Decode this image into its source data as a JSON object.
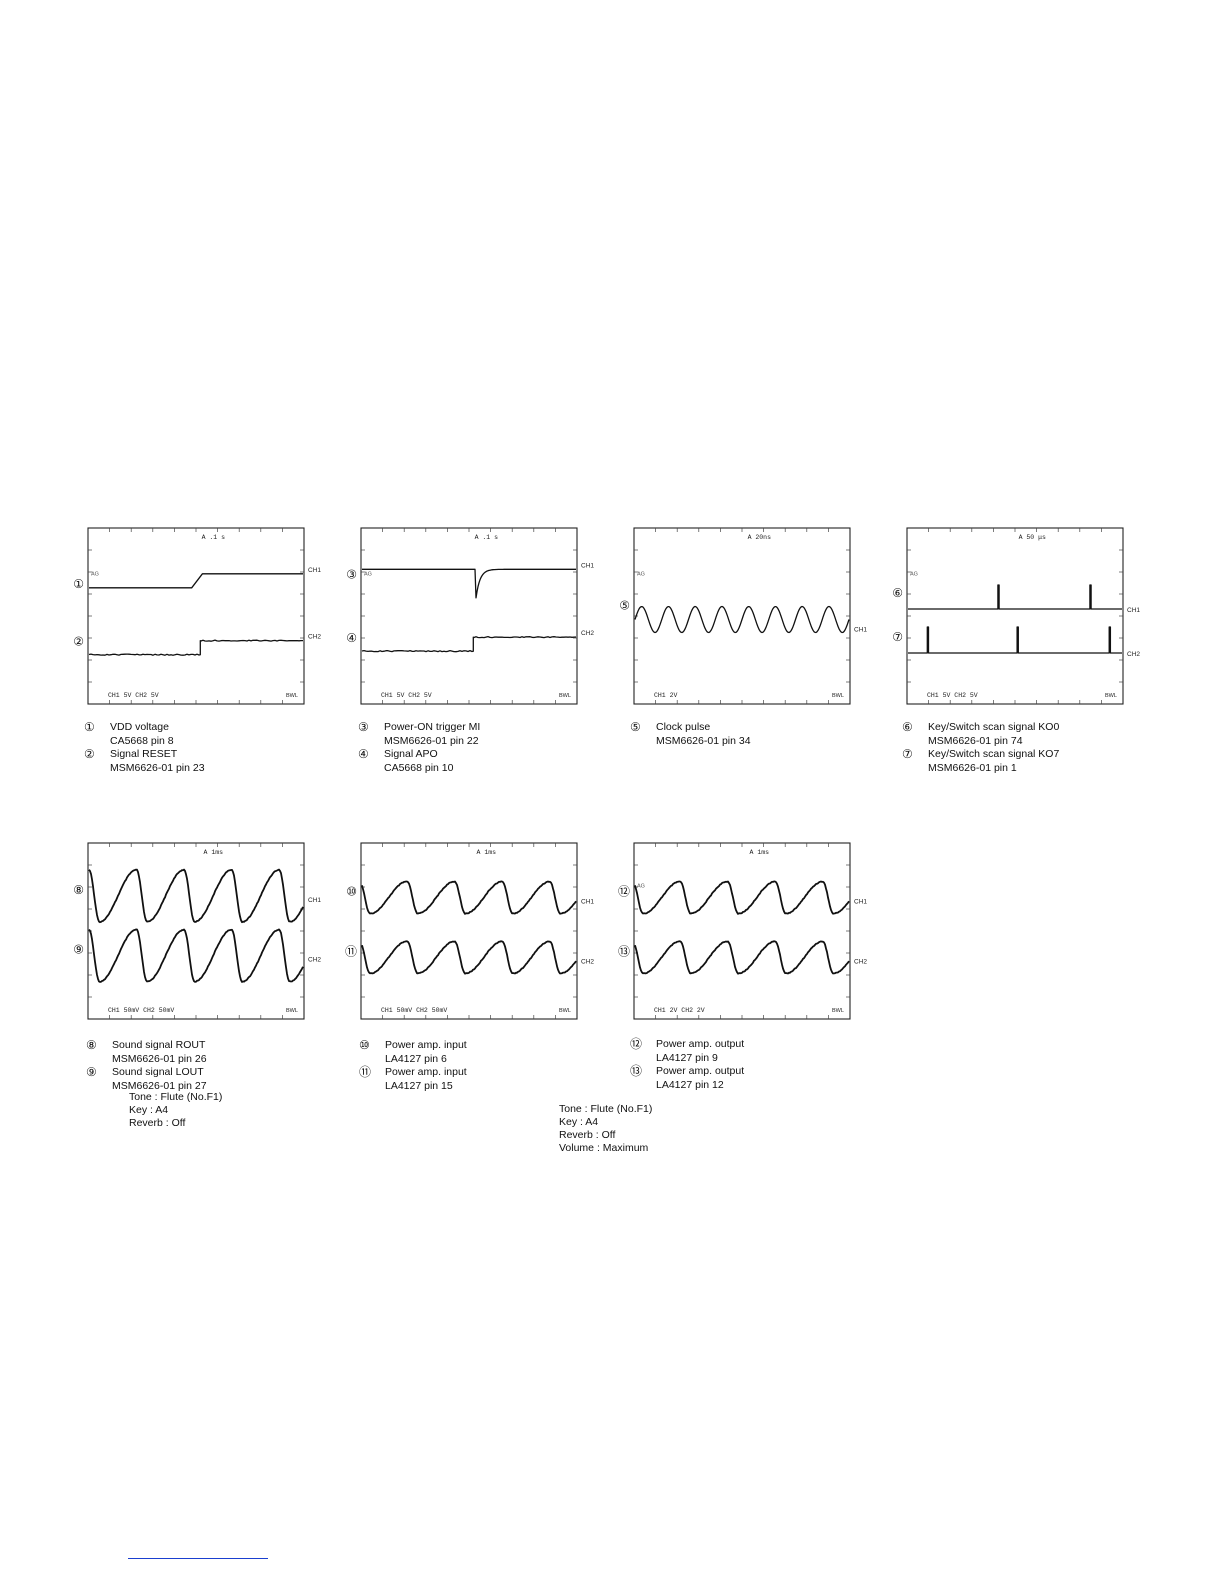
{
  "scopes": [
    {
      "id": "s1",
      "timebase": "A .1 s",
      "ag": "AG",
      "settings": "CH1  5V  CH2  5V",
      "bwl": "BWL",
      "channels": [
        {
          "marker": "①",
          "label": "CH1",
          "waveform": "step-up"
        },
        {
          "marker": "②",
          "label": "CH2",
          "waveform": "step-up-noisy"
        }
      ]
    },
    {
      "id": "s2",
      "timebase": "A .1 s",
      "ag": "AG",
      "settings": "CH1  5V  CH2  5V",
      "bwl": "BWL",
      "channels": [
        {
          "marker": "③",
          "label": "CH1",
          "waveform": "dip-recover"
        },
        {
          "marker": "④",
          "label": "CH2",
          "waveform": "step-up-noisy"
        }
      ]
    },
    {
      "id": "s3",
      "timebase": "A 20ns",
      "ag": "AG",
      "settings": "CH1  2V",
      "bwl": "BWL",
      "channels": [
        {
          "marker": "⑤",
          "label": "CH1",
          "waveform": "sine"
        }
      ]
    },
    {
      "id": "s4",
      "timebase": "A 50 μs",
      "ag": "AG",
      "settings": "CH1  5V  CH2  5V",
      "bwl": "BWL",
      "channels": [
        {
          "marker": "⑥",
          "label": "CH1",
          "waveform": "pulses-a"
        },
        {
          "marker": "⑦",
          "label": "CH2",
          "waveform": "pulses-b"
        }
      ]
    },
    {
      "id": "s5",
      "timebase": "A  1ms",
      "ag": "",
      "settings": "CH1 50mV  CH2 50mV",
      "bwl": "BWL",
      "channels": [
        {
          "marker": "⑧",
          "label": "CH1",
          "waveform": "saw-large"
        },
        {
          "marker": "⑨",
          "label": "CH2",
          "waveform": "saw-large"
        }
      ]
    },
    {
      "id": "s6",
      "timebase": "A  1ms",
      "ag": "",
      "settings": "CH1 50mV  CH2 50mV",
      "bwl": "BWL",
      "channels": [
        {
          "marker": "⑩",
          "label": "CH1",
          "waveform": "saw-small"
        },
        {
          "marker": "⑪",
          "label": "CH2",
          "waveform": "saw-small"
        }
      ]
    },
    {
      "id": "s7",
      "timebase": "A  1ms",
      "ag": "AG",
      "settings": "CH1  2V  CH2  2V",
      "bwl": "BWL",
      "channels": [
        {
          "marker": "⑫",
          "label": "CH1",
          "waveform": "saw-small"
        },
        {
          "marker": "⑬",
          "label": "CH2",
          "waveform": "saw-small"
        }
      ]
    }
  ],
  "captions": [
    {
      "id": "c1",
      "items": [
        {
          "num": "①",
          "title": "VDD voltage",
          "sub": "CA5668 pin 8"
        },
        {
          "num": "②",
          "title": "Signal RESET",
          "sub": "MSM6626-01 pin 23"
        }
      ]
    },
    {
      "id": "c2",
      "items": [
        {
          "num": "③",
          "title": "Power-ON trigger MI",
          "sub": "MSM6626-01 pin 22"
        },
        {
          "num": "④",
          "title": "Signal APO",
          "sub": "CA5668 pin 10"
        }
      ]
    },
    {
      "id": "c3",
      "items": [
        {
          "num": "⑤",
          "title": "Clock pulse",
          "sub": "MSM6626-01 pin 34"
        }
      ]
    },
    {
      "id": "c4",
      "items": [
        {
          "num": "⑥",
          "title": "Key/Switch scan signal KO0",
          "sub": "MSM6626-01 pin 74"
        },
        {
          "num": "⑦",
          "title": "Key/Switch scan signal KO7",
          "sub": "MSM6626-01 pin 1"
        }
      ]
    },
    {
      "id": "c5",
      "items": [
        {
          "num": "⑧",
          "title": "Sound signal ROUT",
          "sub": "MSM6626-01 pin 26"
        },
        {
          "num": "⑨",
          "title": "Sound signal LOUT",
          "sub": "MSM6626-01 pin 27"
        }
      ]
    },
    {
      "id": "c6",
      "items": [
        {
          "num": "⑩",
          "title": "Power amp. input",
          "sub": "LA4127 pin 6"
        },
        {
          "num": "⑪",
          "title": "Power amp. input",
          "sub": "LA4127 pin 15"
        }
      ]
    },
    {
      "id": "c7",
      "items": [
        {
          "num": "⑫",
          "title": "Power amp. output",
          "sub": "LA4127 pin 9"
        },
        {
          "num": "⑬",
          "title": "Power amp. output",
          "sub": "LA4127 pin 12"
        }
      ]
    }
  ],
  "notes_sound": [
    "Tone : Flute (No.F1)",
    "Key : A4",
    "Reverb : Off"
  ],
  "notes_amp": [
    "Tone : Flute (No.F1)",
    "Key : A4",
    "Reverb : Off",
    "Volume : Maximum"
  ]
}
